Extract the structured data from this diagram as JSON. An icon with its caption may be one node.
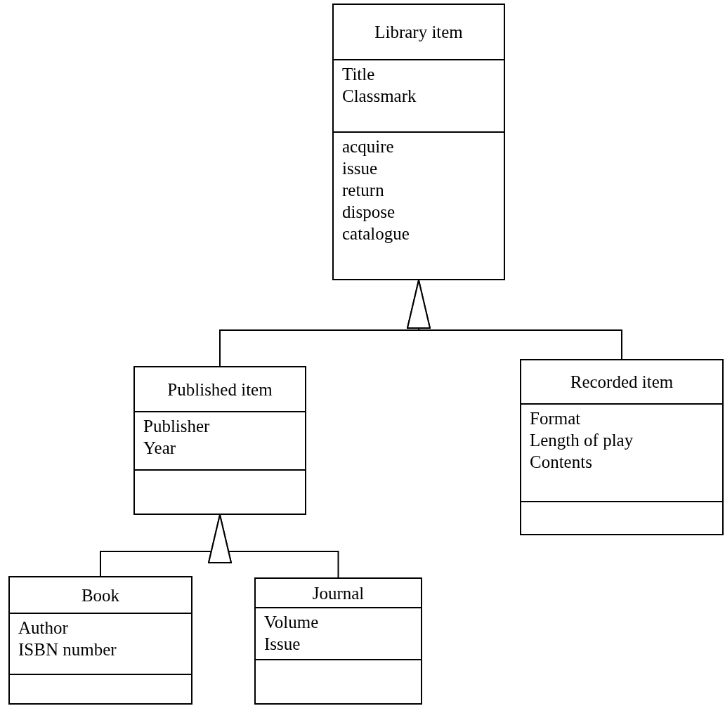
{
  "diagram": {
    "nodes": [
      {
        "text": [
          "Library item",
          "Title",
          "Classmark",
          "acquire",
          "issue",
          "return",
          "dispose",
          "catalogue"
        ]
      },
      {
        "text": [
          "Published item",
          "Publisher",
          "Year"
        ]
      },
      {
        "text": [
          "Recorded item",
          "Format",
          "Length of play",
          "Contents"
        ]
      },
      {
        "text": [
          "Book",
          "Author",
          "ISBN number"
        ]
      },
      {
        "text": [
          "Journal",
          "Volume",
          "Issue"
        ]
      }
    ],
    "edges": [
      {
        "from": 1,
        "to": 0,
        "arrow": "to"
      },
      {
        "from": 2,
        "to": 0,
        "arrow": "to"
      },
      {
        "from": 3,
        "to": 1,
        "arrow": "to"
      },
      {
        "from": 4,
        "to": 1,
        "arrow": "to"
      }
    ]
  }
}
